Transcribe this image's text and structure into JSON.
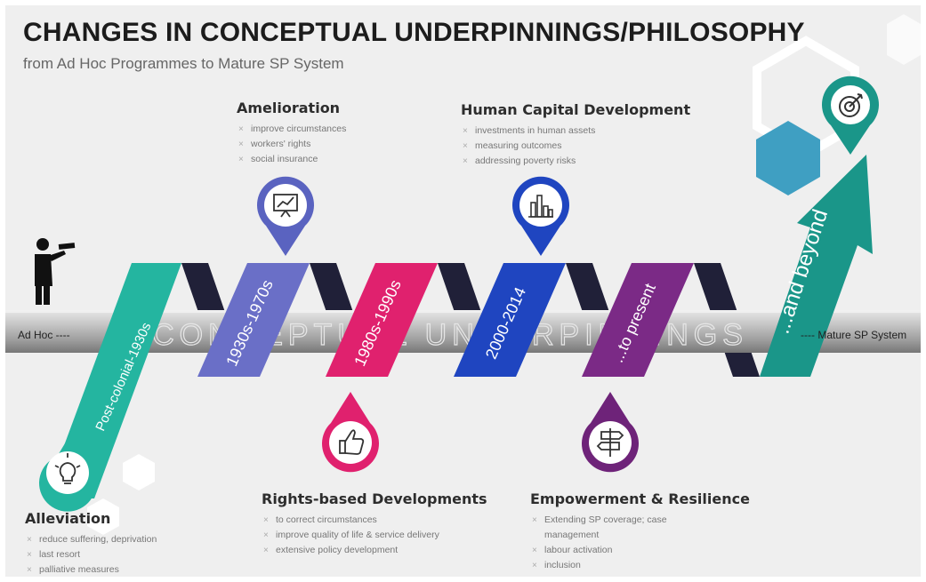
{
  "title": "CHANGES IN CONCEPTUAL UNDERPINNINGS/PHILOSOPHY",
  "subtitle": "from Ad Hoc Programmes to Mature SP System",
  "bar": {
    "watermark": "CONCEPTUAL UNDERPINNINGS",
    "left_label": "Ad Hoc ----",
    "right_label": "---- Mature SP System"
  },
  "ribbons": [
    {
      "label": "Post-colonial-1930s",
      "color": "#24b5a0"
    },
    {
      "label": "1930s-1970s",
      "color": "#6a6fc7"
    },
    {
      "label": "1980s-1990s",
      "color": "#e0216e"
    },
    {
      "label": "2000-2014",
      "color": "#1f45c0"
    },
    {
      "label": "...to present",
      "color": "#7b2a86"
    },
    {
      "label": "...and beyond",
      "color": "#1a9689"
    }
  ],
  "stages": [
    {
      "heading": "Alleviation",
      "icon": "lightbulb-icon",
      "items": [
        "reduce suffering, deprivation",
        "last resort",
        "palliative measures"
      ]
    },
    {
      "heading": "Amelioration",
      "icon": "presentation-board-icon",
      "items": [
        "improve circumstances",
        "workers' rights",
        "social insurance"
      ]
    },
    {
      "heading": "Rights-based Developments",
      "icon": "thumbs-up-icon",
      "items": [
        "to correct circumstances",
        "improve quality of life & service delivery",
        "extensive policy development"
      ]
    },
    {
      "heading": "Human Capital Development",
      "icon": "bar-chart-icon",
      "items": [
        "investments in human assets",
        "measuring outcomes",
        "addressing poverty risks"
      ]
    },
    {
      "heading": "Empowerment & Resilience",
      "icon": "signpost-icon",
      "items": [
        "Extending SP coverage; case",
        "management",
        "labour activation",
        "inclusion"
      ]
    },
    {
      "heading": "",
      "icon": "target-icon",
      "items": []
    }
  ]
}
